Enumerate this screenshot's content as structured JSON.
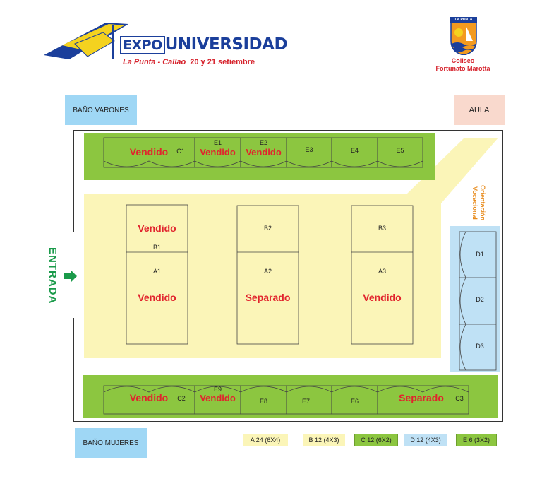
{
  "header": {
    "logo_prefix": "EXPO",
    "logo_main": "UNIVERSIDAD",
    "logo_location": "La Punta - Callao",
    "logo_dates": "20 y 21 setiembre",
    "crest_label": "LA PUNTA",
    "venue_line1": "Coliseo",
    "venue_line2": "Fortunato Marotta"
  },
  "rooms": {
    "banos_varones": "BAÑO VARONES",
    "aula": "AULA",
    "banos_mujeres": "BAÑO MUJERES"
  },
  "entrance": "ENTRADA",
  "orientation": "Orientación Vocacional",
  "stands": {
    "c1": {
      "code": "C1",
      "status": "Vendido"
    },
    "e1": {
      "code": "E1",
      "status": "Vendido"
    },
    "e2": {
      "code": "E2",
      "status": "Vendido"
    },
    "e3": {
      "code": "E3"
    },
    "e4": {
      "code": "E4"
    },
    "e5": {
      "code": "E5"
    },
    "b1": {
      "code": "B1",
      "status": "Vendido"
    },
    "a1": {
      "code": "A1",
      "status": "Vendido"
    },
    "b2": {
      "code": "B2"
    },
    "a2": {
      "code": "A2",
      "status": "Separado"
    },
    "b3": {
      "code": "B3"
    },
    "a3": {
      "code": "A3",
      "status": "Vendido"
    },
    "d1": {
      "code": "D1"
    },
    "d2": {
      "code": "D2"
    },
    "d3": {
      "code": "D3"
    },
    "c2": {
      "code": "C2",
      "status": "Vendido"
    },
    "e9": {
      "code": "E9",
      "status": "Vendido"
    },
    "e8": {
      "code": "E8"
    },
    "e7": {
      "code": "E7"
    },
    "e6": {
      "code": "E6"
    },
    "c3": {
      "code": "C3",
      "status": "Separado"
    }
  },
  "legend": [
    {
      "label": "A 24 (6X4)",
      "color": "#fbf5b8"
    },
    {
      "label": "B 12 (4X3)",
      "color": "#fbf5b8"
    },
    {
      "label": "C 12 (6X2)",
      "color": "#8cc640"
    },
    {
      "label": "D 12 (4X3)",
      "color": "#bfe1f5"
    },
    {
      "label": "E 6 (3X2)",
      "color": "#8cc640"
    }
  ],
  "colors": {
    "brand_blue": "#1b3f9b",
    "sold_red": "#e1242d",
    "zone_green": "#8cc640",
    "zone_yellow": "#fbf5b8",
    "zone_blue": "#bfe1f5",
    "entrance_green": "#1a9a4a",
    "orientation_orange": "#e88a1a"
  }
}
